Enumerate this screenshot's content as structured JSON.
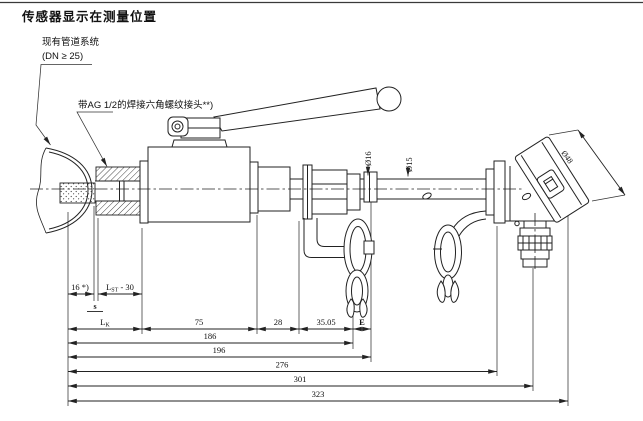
{
  "title": "传感器显示在测量位置",
  "callouts": {
    "pipe1": "现有管道系统",
    "pipe2": "(DN ≥ 25)",
    "hex": "带AG 1/2的焊接六角螺纹接头**)",
    "d16": "Ø16",
    "d15": "Ø15",
    "d48": "Ø48"
  },
  "dims": {
    "d16off": "16 *)",
    "lst": {
      "base": "L",
      "sub": "ST",
      "rest": " - 30"
    },
    "s": "s",
    "lk": {
      "base": "L",
      "sub": "K"
    },
    "n75": "75",
    "n28": "28",
    "n3505": "35.05",
    "e": "E",
    "n186": "186",
    "n196": "196",
    "n276": "276",
    "n301": "301",
    "n323": "323"
  }
}
